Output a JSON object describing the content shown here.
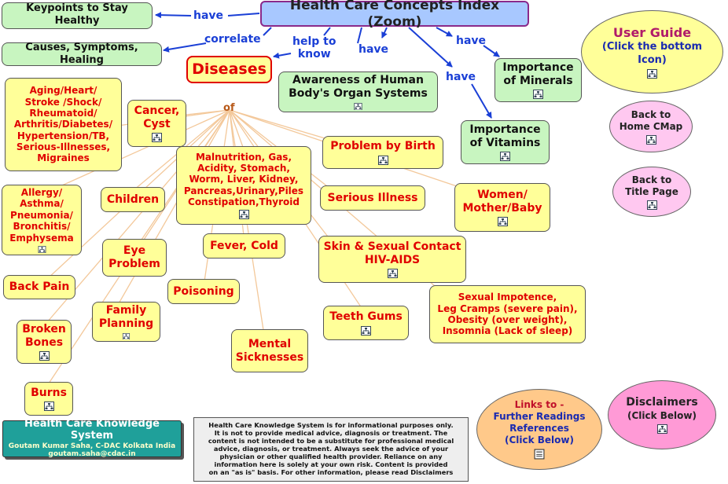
{
  "root": {
    "title": "Health Care Concepts Index (Zoom)"
  },
  "links": {
    "have": "have",
    "correlate": "correlate",
    "help_to_know": "help to\nknow",
    "of": "of"
  },
  "topics": {
    "keypoints": "Keypoints to Stay Healthy",
    "causes": "Causes, Symptoms, Healing",
    "diseases": "Diseases",
    "organ_systems": "Awareness of Human\nBody's Organ Systems",
    "minerals": "Importance\nof Minerals",
    "vitamins": "Importance\nof Vitamins"
  },
  "diseases": {
    "aging": "Aging/Heart/\nStroke /Shock/\nRheumatoid/\nArthritis/Diabetes/\nHypertension/TB,\nSerious-Illnesses,\nMigraines",
    "cancer": "Cancer,\nCyst",
    "malnutrition": "Malnutrition, Gas,\nAcidity, Stomach,\nWorm, Liver, Kidney,\nPancreas,Urinary,Piles\nConstipation,Thyroid",
    "birth": "Problem by Birth",
    "allergy": "Allergy/\nAsthma/\nPneumonia/\nBronchitis/\nEmphysema",
    "children": "Children",
    "serious": "Serious Illness",
    "women": "Women/\nMother/Baby",
    "fever": "Fever, Cold",
    "eye": "Eye\nProblem",
    "skin": "Skin & Sexual Contact\nHIV-AIDS",
    "backpain": "Back Pain",
    "poisoning": "Poisoning",
    "sexual": "Sexual Impotence,\nLeg Cramps (severe pain),\nObesity (over weight),\nInsomnia (Lack of sleep)",
    "family": "Family\nPlanning",
    "teeth": "Teeth Gums",
    "broken": "Broken\nBones",
    "mental": "Mental\nSicknesses",
    "burns": "Burns"
  },
  "nav": {
    "user_guide": "User Guide",
    "user_guide_sub": "(Click the bottom\nIcon)",
    "back_home": "Back to\nHome CMap",
    "back_title": "Back to\nTitle Page",
    "links_title": "Links to -",
    "links_sub": "Further Readings\nReferences\n(Click Below)",
    "disclaimers": "Disclaimers",
    "disclaimers_sub": "(Click Below)"
  },
  "footer": {
    "system_title": "Health Care Knowledge System",
    "author": "Goutam Kumar Saha, C-DAC Kolkata India",
    "email": "goutam.saha@cdac.in",
    "notice": "Health Care Knowledge System is for informational purposes only.\nIt is not to provide medical advice, diagnosis or treatment. The\ncontent is not intended to be a substitute for professional medical\nadvice, diagnosis, or treatment. Always seek the advice of your\nphysician or other qualified health provider. Reliance on any\ninformation here is solely at your own risk. Content is provided\non an \"as is\" basis. For other information, please read Disclaimers"
  },
  "colors": {
    "link": "#1a3fd6",
    "disease_text": "#e00000",
    "fan": "#f3c89a",
    "yellow": "#ffff99",
    "green": "#c8f5c0"
  },
  "icons": {
    "submap": "concept-map-icon",
    "document": "document-icon"
  }
}
